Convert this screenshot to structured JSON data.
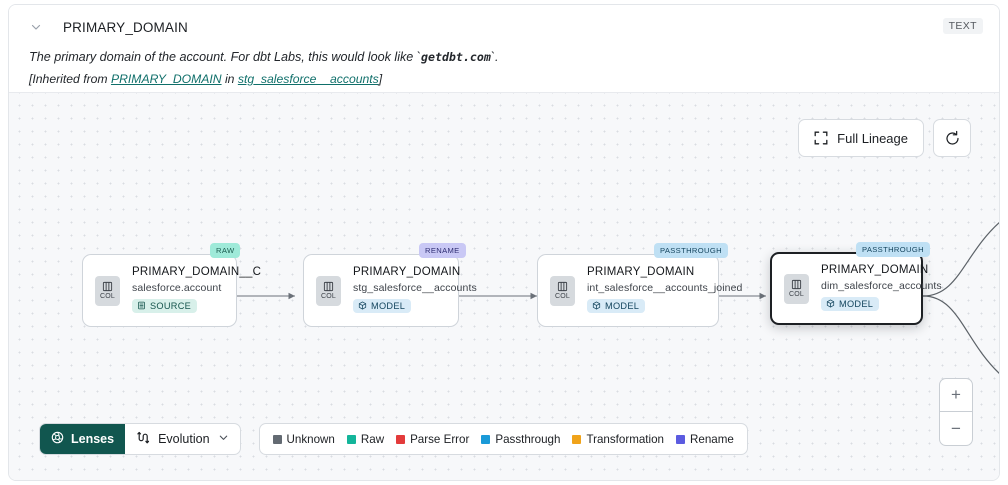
{
  "header": {
    "chevron_icon": "chevron-down-icon",
    "title": "PRIMARY_DOMAIN",
    "type_badge": "TEXT",
    "description_pre": "The primary domain of the account. For dbt Labs, this would look like `",
    "description_code": "getdbt.com",
    "description_post": "`.",
    "inherited_pre": "[Inherited from ",
    "inherited_link1": "PRIMARY_DOMAIN",
    "inherited_mid": " in ",
    "inherited_link2": "stg_salesforce__accounts",
    "inherited_post": "]"
  },
  "canvas": {
    "full_lineage_label": "Full Lineage",
    "full_lineage_icon": "expand-corners-icon",
    "refresh_icon": "refresh-icon",
    "zoom_in_label": "+",
    "zoom_out_label": "−"
  },
  "nodes": [
    {
      "pill": "RAW",
      "pill_kind": "raw",
      "col_label": "COL",
      "title": "PRIMARY_DOMAIN__C",
      "subtitle": "salesforce.account",
      "tag": "SOURCE",
      "tag_kind": "source",
      "tag_icon": "database-icon",
      "selected": false
    },
    {
      "pill": "RENAME",
      "pill_kind": "rename",
      "col_label": "COL",
      "title": "PRIMARY_DOMAIN",
      "subtitle": "stg_salesforce__accounts",
      "tag": "MODEL",
      "tag_kind": "model",
      "tag_icon": "cube-icon",
      "selected": false
    },
    {
      "pill": "PASSTHROUGH",
      "pill_kind": "passthrough",
      "col_label": "COL",
      "title": "PRIMARY_DOMAIN",
      "subtitle": "int_salesforce__accounts_joined",
      "tag": "MODEL",
      "tag_kind": "model",
      "tag_icon": "cube-icon",
      "selected": false
    },
    {
      "pill": "PASSTHROUGH",
      "pill_kind": "passthrough",
      "col_label": "COL",
      "title": "PRIMARY_DOMAIN",
      "subtitle": "dim_salesforce_accounts",
      "tag": "MODEL",
      "tag_kind": "model",
      "tag_icon": "cube-icon",
      "selected": true
    }
  ],
  "toolbar": {
    "lenses_label": "Lenses",
    "lenses_icon": "aperture-icon",
    "evolution_label": "Evolution",
    "evolution_icon": "evolution-flow-icon",
    "evolution_chevron_icon": "chevron-down-icon"
  },
  "legend": [
    {
      "label": "Unknown",
      "color": "#636a72"
    },
    {
      "label": "Raw",
      "color": "#13b59a"
    },
    {
      "label": "Parse Error",
      "color": "#e33b3b"
    },
    {
      "label": "Passthrough",
      "color": "#1a9ad8"
    },
    {
      "label": "Transformation",
      "color": "#f0a31a"
    },
    {
      "label": "Rename",
      "color": "#5b5be0"
    }
  ]
}
